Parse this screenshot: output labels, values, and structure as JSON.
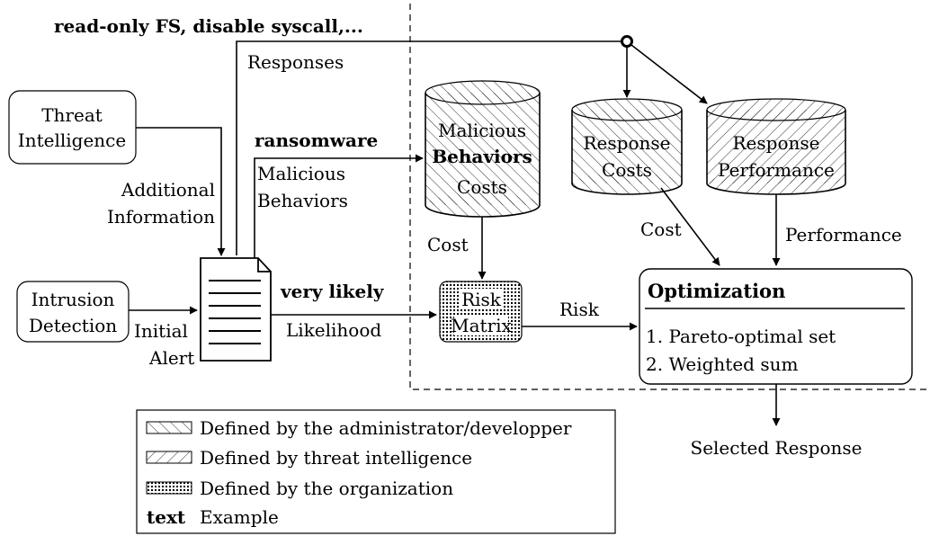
{
  "example_config": "read-only FS, disable syscall,...",
  "responses_label": "Responses",
  "threat_intelligence": [
    "Threat",
    "Intelligence"
  ],
  "additional_information": [
    "Additional",
    "Information"
  ],
  "intrusion_detection": [
    "Intrusion",
    "Detection"
  ],
  "initial_alert": [
    "Initial",
    "Alert"
  ],
  "ransomware": "ransomware",
  "malicious_behaviors_label": [
    "Malicious",
    "Behaviors"
  ],
  "very_likely": "very likely",
  "likelihood": "Likelihood",
  "db_malicious": [
    "Malicious",
    "Behaviors",
    "Costs"
  ],
  "db_response_costs": [
    "Response",
    "Costs"
  ],
  "db_response_performance": [
    "Response",
    "Performance"
  ],
  "cost_left": "Cost",
  "cost_right": "Cost",
  "performance": "Performance",
  "risk_matrix": [
    "Risk",
    "Matrix"
  ],
  "risk": "Risk",
  "optimization": {
    "title": "Optimization",
    "items": [
      "1. Pareto-optimal set",
      "2. Weighted sum"
    ]
  },
  "selected_response": "Selected Response",
  "legend": {
    "admin": "Defined by the administrator/developper",
    "threat": "Defined by threat intelligence",
    "org": "Defined by the organization",
    "text_bold": "text",
    "text_rest": "Example"
  }
}
